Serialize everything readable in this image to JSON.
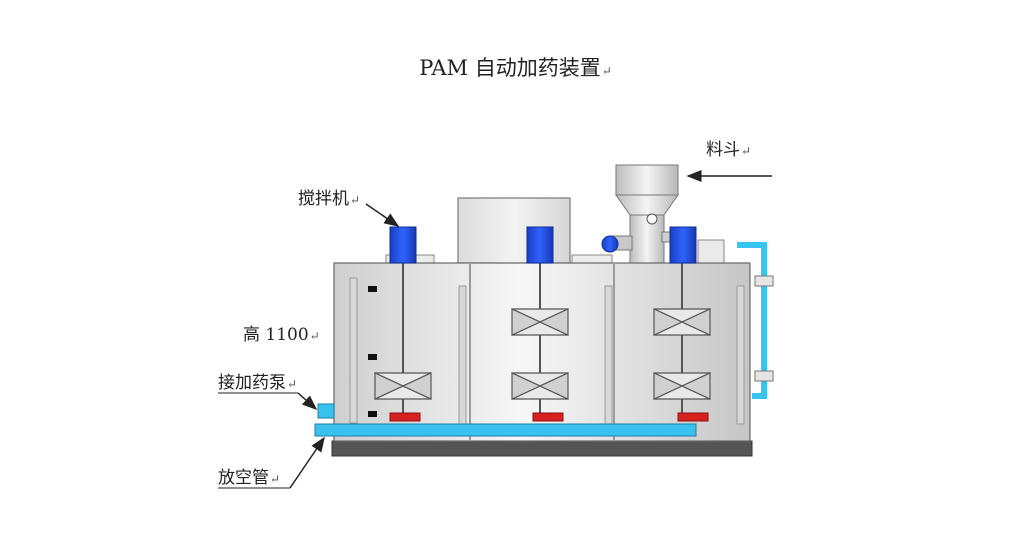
{
  "title": "PAM 自动加药装置",
  "labels": {
    "hopper": "料斗",
    "mixer": "搅拌机",
    "height": "高 1100",
    "pump_connection": "接加药泵",
    "vent_pipe": "放空管"
  },
  "return_mark": "↵",
  "colors": {
    "motor": "#1b4fe0",
    "pipe": "#36c4f2",
    "valve": "#d92020",
    "base": "#4a4a4a",
    "tank": "#d4d4d4"
  }
}
